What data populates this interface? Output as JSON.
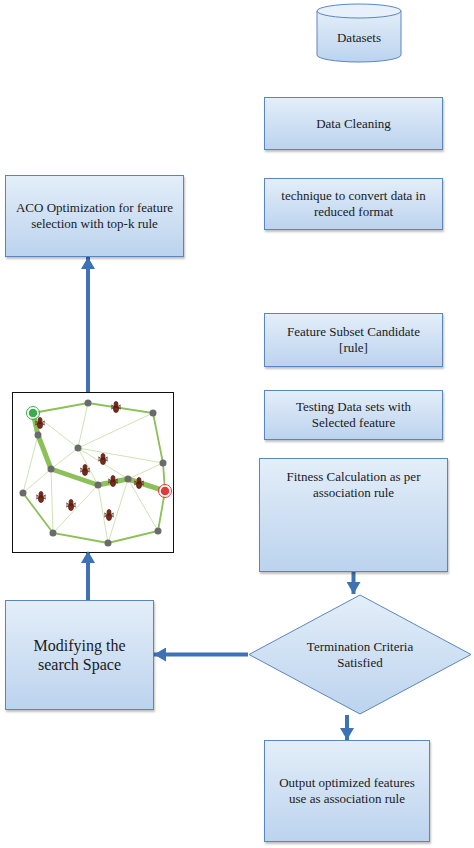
{
  "diagram": {
    "nodes": [
      {
        "text": [
          "Datasets"
        ]
      },
      {
        "text": [
          "Data Cleaning"
        ]
      },
      {
        "text": [
          "technique to convert data in reduced format"
        ]
      },
      {
        "text": [
          "ACO Optimization for feature selection with top-k rule"
        ]
      },
      {
        "text": [
          "Feature Subset Candidate [rule]"
        ]
      },
      {
        "text": [
          "Testing Data sets with Selected feature"
        ]
      },
      {
        "text": [
          "Fitness Calculation as per association rule"
        ]
      },
      {
        "text": [
          "Termination Criteria Satisfied"
        ]
      },
      {
        "text": [
          "Modifying the search Space"
        ]
      },
      {
        "text": [
          "Output optimized features use as association rule"
        ]
      }
    ],
    "edges": [
      {
        "from": 6,
        "to": 7,
        "arrow": "to"
      },
      {
        "from": 7,
        "to": 8,
        "arrow": "to"
      },
      {
        "from": 7,
        "to": 9,
        "arrow": "to"
      },
      {
        "from": 8,
        "to": 3,
        "arrow": "to"
      }
    ]
  }
}
